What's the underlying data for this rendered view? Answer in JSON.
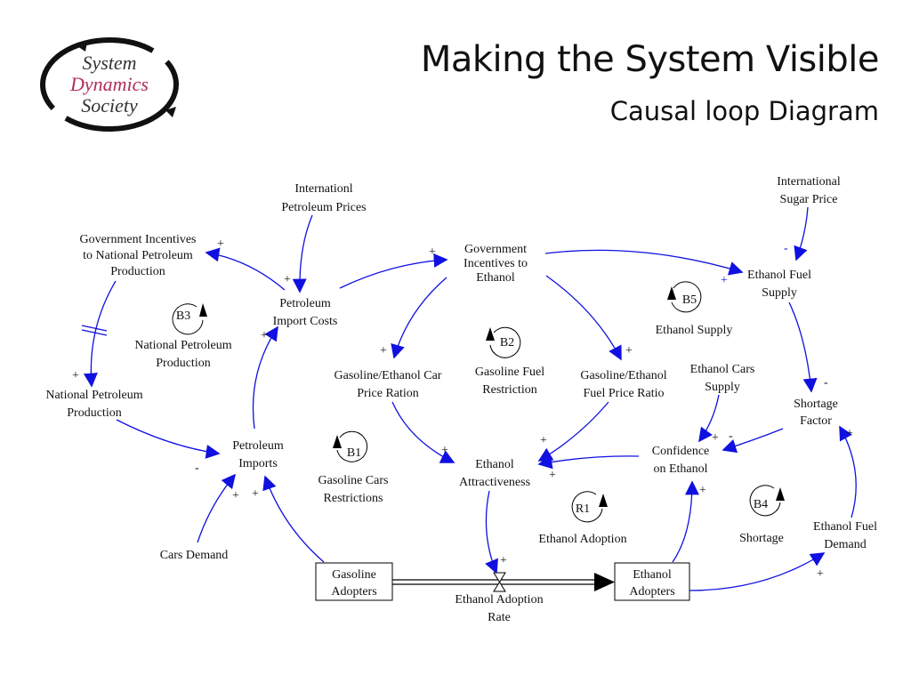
{
  "header": {
    "title": "Making the System Visible",
    "subtitle": "Causal loop Diagram"
  },
  "logo": {
    "line1": "System",
    "line2": "Dynamics",
    "line3": "Society",
    "color_line2": "#b0305a"
  },
  "colors": {
    "link": "#1010e0",
    "text": "#111111",
    "loop_marker": "#000000"
  },
  "nodes": [
    {
      "id": "intl_petroleum_prices",
      "lines": [
        "Internationl",
        "Petroleum Prices"
      ]
    },
    {
      "id": "gov_incentives_national",
      "lines": [
        "Government Incentives",
        "to National Petroleum",
        "Production"
      ]
    },
    {
      "id": "petroleum_import_costs",
      "lines": [
        "Petroleum",
        "Import Costs"
      ]
    },
    {
      "id": "gov_incentives_ethanol",
      "lines": [
        "Government",
        "Incentives to",
        "Ethanol"
      ]
    },
    {
      "id": "intl_sugar_price",
      "lines": [
        "International",
        "Sugar Price"
      ]
    },
    {
      "id": "ethanol_fuel_supply",
      "lines": [
        "Ethanol Fuel",
        "Supply"
      ]
    },
    {
      "id": "national_petroleum_production",
      "lines": [
        "National Petroleum",
        "Production"
      ]
    },
    {
      "id": "gas_eth_car_price",
      "lines": [
        "Gasoline/Ethanol Car",
        "Price Ration"
      ]
    },
    {
      "id": "gas_eth_fuel_price",
      "lines": [
        "Gasoline/Ethanol",
        "Fuel Price Ratio"
      ]
    },
    {
      "id": "ethanol_cars_supply",
      "lines": [
        "Ethanol Cars",
        "Supply"
      ]
    },
    {
      "id": "shortage_factor",
      "lines": [
        "Shortage",
        "Factor"
      ]
    },
    {
      "id": "petroleum_imports",
      "lines": [
        "Petroleum",
        "Imports"
      ]
    },
    {
      "id": "ethanol_attractiveness",
      "lines": [
        "Ethanol",
        "Attractiveness"
      ]
    },
    {
      "id": "confidence_ethanol",
      "lines": [
        "Confidence",
        "on Ethanol"
      ]
    },
    {
      "id": "cars_demand",
      "lines": [
        "Cars Demand"
      ]
    },
    {
      "id": "ethanol_fuel_demand",
      "lines": [
        "Ethanol Fuel",
        "Demand"
      ]
    },
    {
      "id": "ethanol_adoption_rate",
      "lines": [
        "Ethanol Adoption",
        "Rate"
      ]
    }
  ],
  "stocks": [
    {
      "id": "gasoline_adopters",
      "lines": [
        "Gasoline",
        "Adopters"
      ]
    },
    {
      "id": "ethanol_adopters",
      "lines": [
        "Ethanol",
        "Adopters"
      ]
    }
  ],
  "loops": [
    {
      "id": "B1",
      "label_lines": [
        "Gasoline Cars",
        "Restrictions"
      ],
      "direction": "counterclockwise"
    },
    {
      "id": "B2",
      "label_lines": [
        "Gasoline Fuel",
        "Restriction"
      ],
      "direction": "counterclockwise"
    },
    {
      "id": "B3",
      "label_lines": [
        "National Petroleum",
        "Production"
      ],
      "direction": "clockwise"
    },
    {
      "id": "B4",
      "label_lines": [
        "Shortage"
      ],
      "direction": "clockwise"
    },
    {
      "id": "B5",
      "label_lines": [
        "Ethanol Supply"
      ],
      "direction": "counterclockwise"
    },
    {
      "id": "R1",
      "label_lines": [
        "Ethanol Adoption"
      ],
      "direction": "clockwise"
    }
  ],
  "links": [
    {
      "from": "intl_petroleum_prices",
      "to": "petroleum_import_costs",
      "polarity": "+"
    },
    {
      "from": "petroleum_import_costs",
      "to": "gov_incentives_national",
      "polarity": "+"
    },
    {
      "from": "petroleum_import_costs",
      "to": "gov_incentives_ethanol",
      "polarity": "+"
    },
    {
      "from": "gov_incentives_national",
      "to": "national_petroleum_production",
      "polarity": "+",
      "delay": true
    },
    {
      "from": "national_petroleum_production",
      "to": "petroleum_imports",
      "polarity": "-"
    },
    {
      "from": "petroleum_imports",
      "to": "petroleum_import_costs",
      "polarity": "+"
    },
    {
      "from": "cars_demand",
      "to": "petroleum_imports",
      "polarity": "+"
    },
    {
      "from": "gasoline_adopters",
      "to": "petroleum_imports",
      "polarity": "+"
    },
    {
      "from": "gov_incentives_ethanol",
      "to": "gas_eth_car_price",
      "polarity": "+"
    },
    {
      "from": "gov_incentives_ethanol",
      "to": "gas_eth_fuel_price",
      "polarity": "+"
    },
    {
      "from": "gov_incentives_ethanol",
      "to": "ethanol_fuel_supply",
      "polarity": "+"
    },
    {
      "from": "intl_sugar_price",
      "to": "ethanol_fuel_supply",
      "polarity": "-"
    },
    {
      "from": "ethanol_fuel_supply",
      "to": "shortage_factor",
      "polarity": "-"
    },
    {
      "from": "shortage_factor",
      "to": "confidence_ethanol",
      "polarity": "-"
    },
    {
      "from": "ethanol_cars_supply",
      "to": "confidence_ethanol",
      "polarity": "+"
    },
    {
      "from": "gas_eth_car_price",
      "to": "ethanol_attractiveness",
      "polarity": "+"
    },
    {
      "from": "gas_eth_fuel_price",
      "to": "ethanol_attractiveness",
      "polarity": "+"
    },
    {
      "from": "confidence_ethanol",
      "to": "ethanol_attractiveness",
      "polarity": "+"
    },
    {
      "from": "ethanol_attractiveness",
      "to": "ethanol_adoption_rate",
      "polarity": "+"
    },
    {
      "from": "ethanol_adopters",
      "to": "confidence_ethanol",
      "polarity": "+"
    },
    {
      "from": "ethanol_adopters",
      "to": "ethanol_fuel_demand",
      "polarity": "+"
    },
    {
      "from": "ethanol_fuel_demand",
      "to": "shortage_factor",
      "polarity": "+"
    }
  ],
  "flows": [
    {
      "from": "gasoline_adopters",
      "to": "ethanol_adopters",
      "rate": "ethanol_adoption_rate"
    }
  ]
}
